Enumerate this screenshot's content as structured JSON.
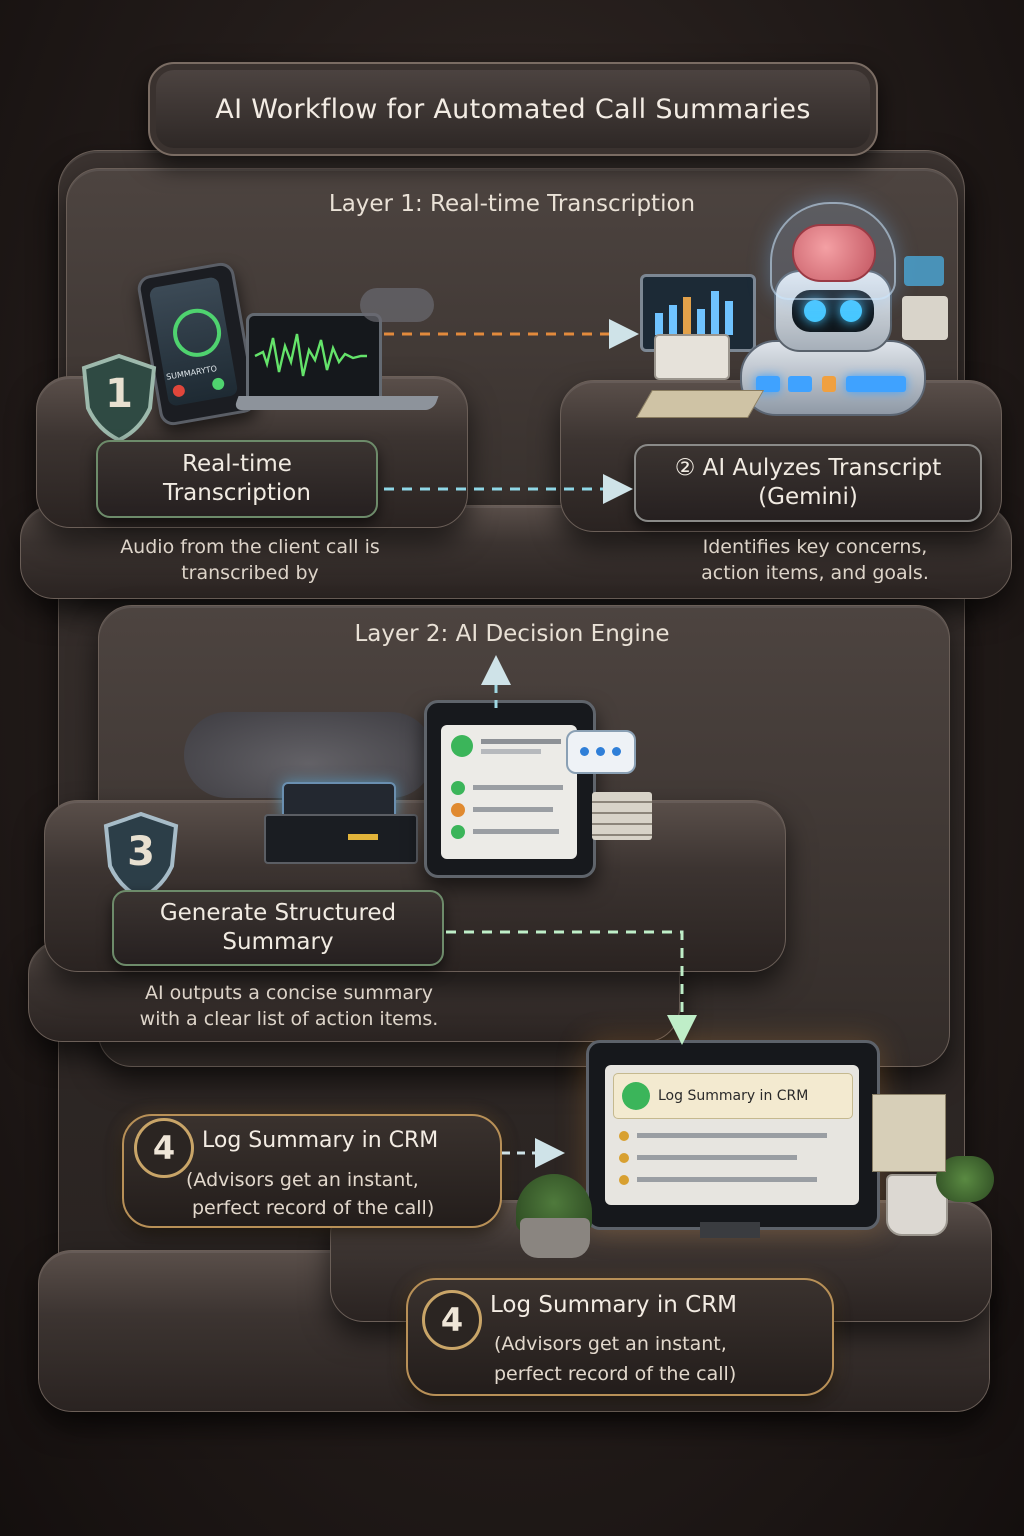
{
  "title": "AI Workflow for Automated Call Summaries",
  "layer1": {
    "heading": "Layer 1: Real-time Transcription",
    "step1": {
      "number": "1",
      "label_line1": "Real-time",
      "label_line2": "Transcription",
      "desc_line1": "Audio from the client call is",
      "desc_line2": "transcribed by"
    },
    "step2": {
      "label_line1": "② AI Aulyzes Transcript",
      "label_line2": "(Gemini)",
      "desc_line1": "Identifies key concerns,",
      "desc_line2": "action items, and goals."
    },
    "phone_screen_text": "SUMMARYTO"
  },
  "layer2": {
    "heading": "Layer 2: AI Decision Engine",
    "step3": {
      "number": "3",
      "label_line1": "Generate Structured",
      "label_line2": "Summary",
      "desc_line1": "AI outputs a concise summary",
      "desc_line2": "with a clear list of action items."
    }
  },
  "step4a": {
    "number": "4",
    "title": "Log Summary in CRM",
    "line1": "(Advisors get an instant,",
    "line2": "perfect record of the call)"
  },
  "step4b": {
    "number": "4",
    "title": "Log Summary in CRM",
    "line1": "(Advisors get an instant,",
    "line2": "perfect record of the call)"
  },
  "crm_screen_header": "Log Summary in CRM",
  "colors": {
    "accent_gold": "#c9a568",
    "accent_green": "#7ed39a",
    "accent_blue": "#6fc3ff",
    "accent_orange": "#e28a3c"
  }
}
